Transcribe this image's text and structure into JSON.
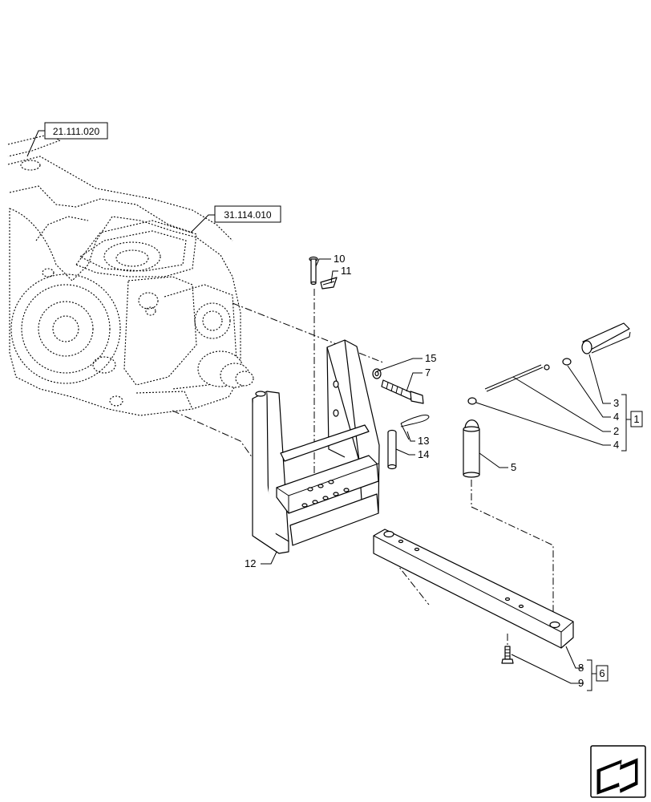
{
  "references": {
    "transmission_ref": "21.111.020",
    "housing_ref": "31.114.010"
  },
  "callouts": {
    "c1": "1",
    "c2": "2",
    "c3": "3",
    "c4a": "4",
    "c4b": "4",
    "c5": "5",
    "c6": "6",
    "c7": "7",
    "c8": "8",
    "c9": "9",
    "c10": "10",
    "c11": "11",
    "c12": "12",
    "c13": "13",
    "c14": "14",
    "c15": "15"
  },
  "icons": {
    "navigation": "next-page-arrow-icon"
  }
}
